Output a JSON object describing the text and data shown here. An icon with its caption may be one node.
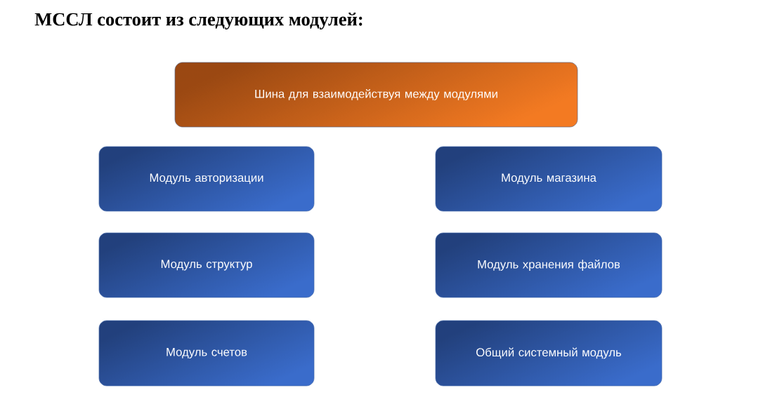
{
  "diagram": {
    "title": "МССЛ состоит из следующих модулей:",
    "nodes": [
      {
        "text": [
          "Шина для взаимодействуя между модулями"
        ]
      },
      {
        "text": [
          "Модуль авторизации"
        ]
      },
      {
        "text": [
          "Модуль магазина"
        ]
      },
      {
        "text": [
          "Модуль структур"
        ]
      },
      {
        "text": [
          "Модуль хранения файлов"
        ]
      },
      {
        "text": [
          "Модуль счетов"
        ]
      },
      {
        "text": [
          "Общий системный модуль"
        ]
      }
    ]
  }
}
